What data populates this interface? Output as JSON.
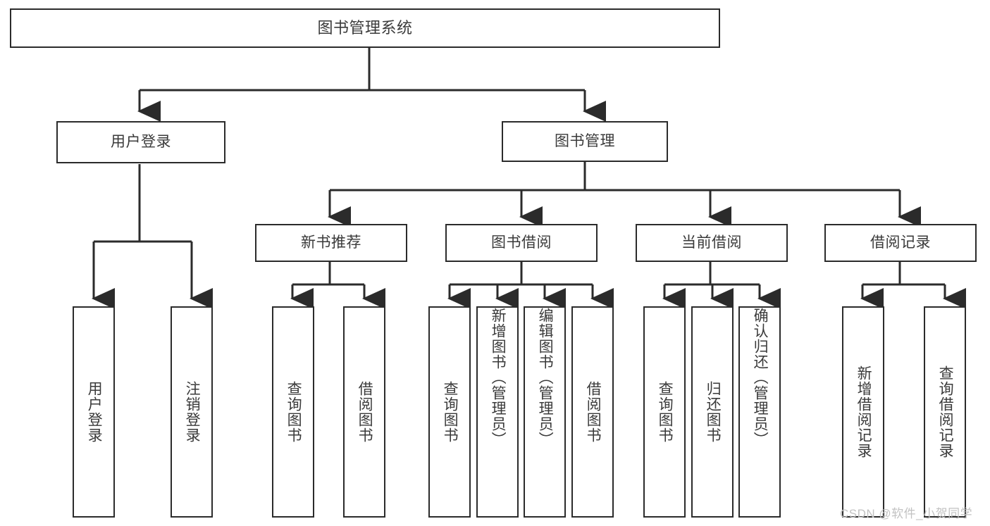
{
  "diagram": {
    "type": "tree",
    "title": "图书管理系统",
    "root": {
      "label": "图书管理系统"
    },
    "level2": [
      {
        "label": "用户登录"
      },
      {
        "label": "图书管理"
      }
    ],
    "level3": [
      {
        "label": "新书推荐"
      },
      {
        "label": "图书借阅"
      },
      {
        "label": "当前借阅"
      },
      {
        "label": "借阅记录"
      }
    ],
    "leaves": {
      "user_login": [
        {
          "label": "用户登录"
        },
        {
          "label": "注销登录"
        }
      ],
      "new_book_recommend": [
        {
          "label": "查询图书"
        },
        {
          "label": "借阅图书"
        }
      ],
      "book_borrow": [
        {
          "label": "查询图书"
        },
        {
          "label": "新增图书（管理员）"
        },
        {
          "label": "编辑图书（管理员）"
        },
        {
          "label": "借阅图书"
        }
      ],
      "current_borrow": [
        {
          "label": "查询图书"
        },
        {
          "label": "归还图书"
        },
        {
          "label": "确认归还（管理员）"
        }
      ],
      "borrow_record": [
        {
          "label": "新增借阅记录"
        },
        {
          "label": "查询借阅记录"
        }
      ]
    }
  },
  "watermark": {
    "text": "CSDN @软件_小贺同学"
  },
  "colors": {
    "line": "#2b2b2b",
    "text": "#3a3a3a",
    "background": "#ffffff",
    "watermark": "#c2c2c2"
  }
}
